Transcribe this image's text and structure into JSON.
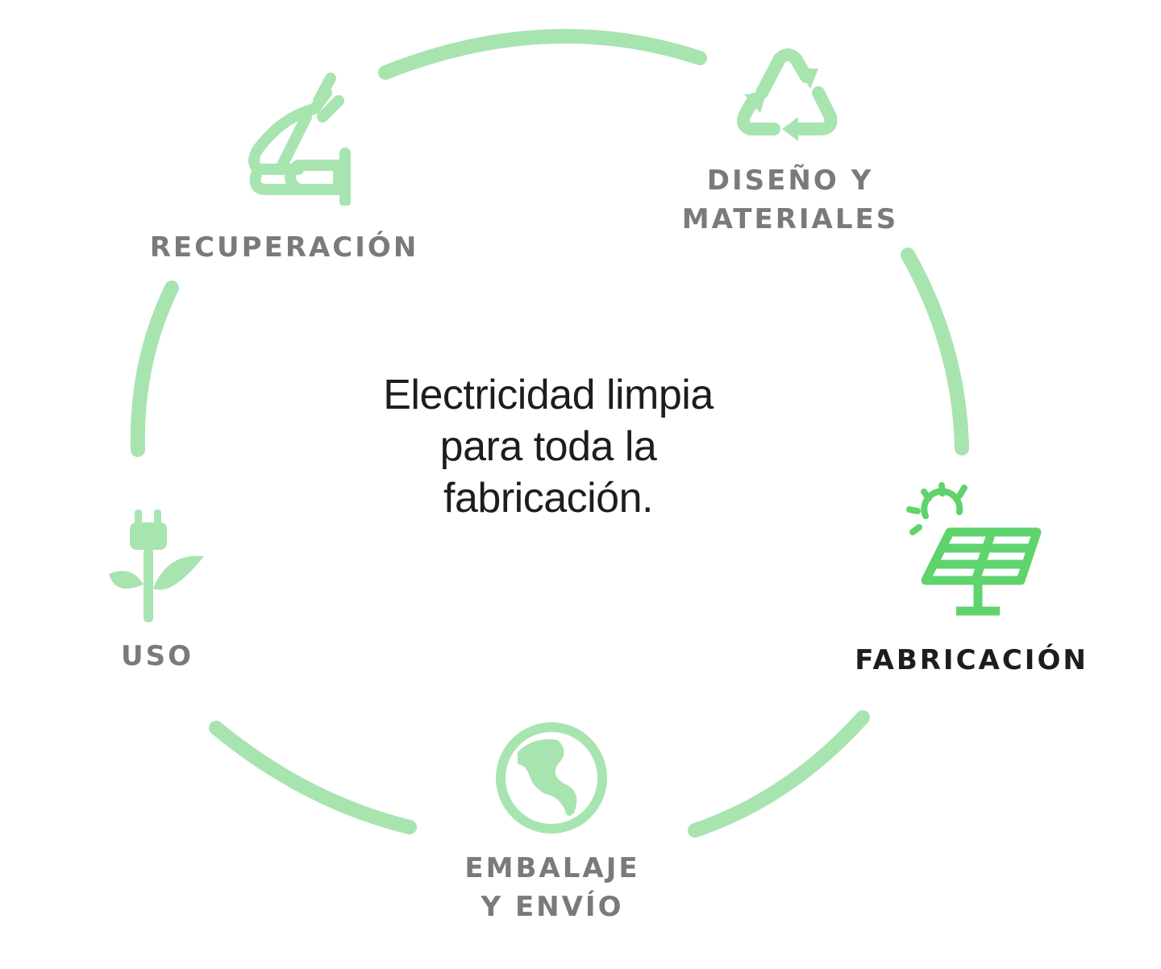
{
  "center_text": [
    "Electricidad limpia",
    "para toda la",
    "fabricación."
  ],
  "stages": [
    {
      "id": "design",
      "lines": [
        "DISEÑO Y",
        "MATERIALES"
      ],
      "icon": "recycle-icon",
      "active": false
    },
    {
      "id": "manufacturing",
      "lines": [
        "FABRICACIÓN"
      ],
      "icon": "solar-panel-icon",
      "active": true
    },
    {
      "id": "shipping",
      "lines": [
        "EMBALAJE",
        "Y ENVÍO"
      ],
      "icon": "globe-icon",
      "active": false
    },
    {
      "id": "use",
      "lines": [
        "USO"
      ],
      "icon": "plug-plant-icon",
      "active": false
    },
    {
      "id": "recovery",
      "lines": [
        "RECUPERACIÓN"
      ],
      "icon": "recovery-arm-icon",
      "active": false
    }
  ],
  "colors": {
    "active": "#5fd36c",
    "inactive": "#a8e4b0",
    "label": "#7a7a7a",
    "active_label": "#1d1d1f"
  }
}
